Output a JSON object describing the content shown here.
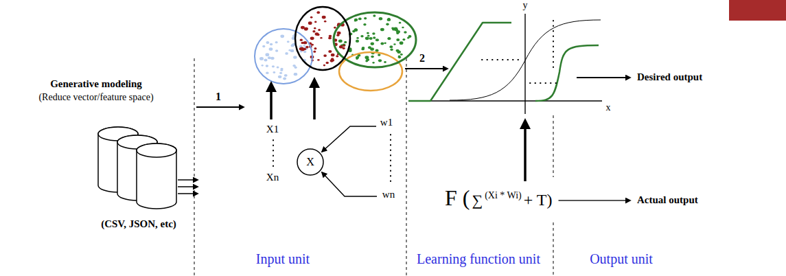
{
  "diagram": {
    "nodes": [
      {
        "text": [
          "X"
        ]
      }
    ],
    "labels": [
      "Generative modeling",
      "(Reduce vector/feature space)",
      "1",
      "(CSV, JSON, etc)",
      "X1",
      "Xn",
      "w1",
      "wn",
      "2",
      "y",
      "x",
      "F (",
      "∑",
      "(Xi * Wi)",
      "+ T)",
      "Desired output",
      "Actual output",
      "Input unit",
      "Learning function unit",
      "Output unit"
    ]
  }
}
